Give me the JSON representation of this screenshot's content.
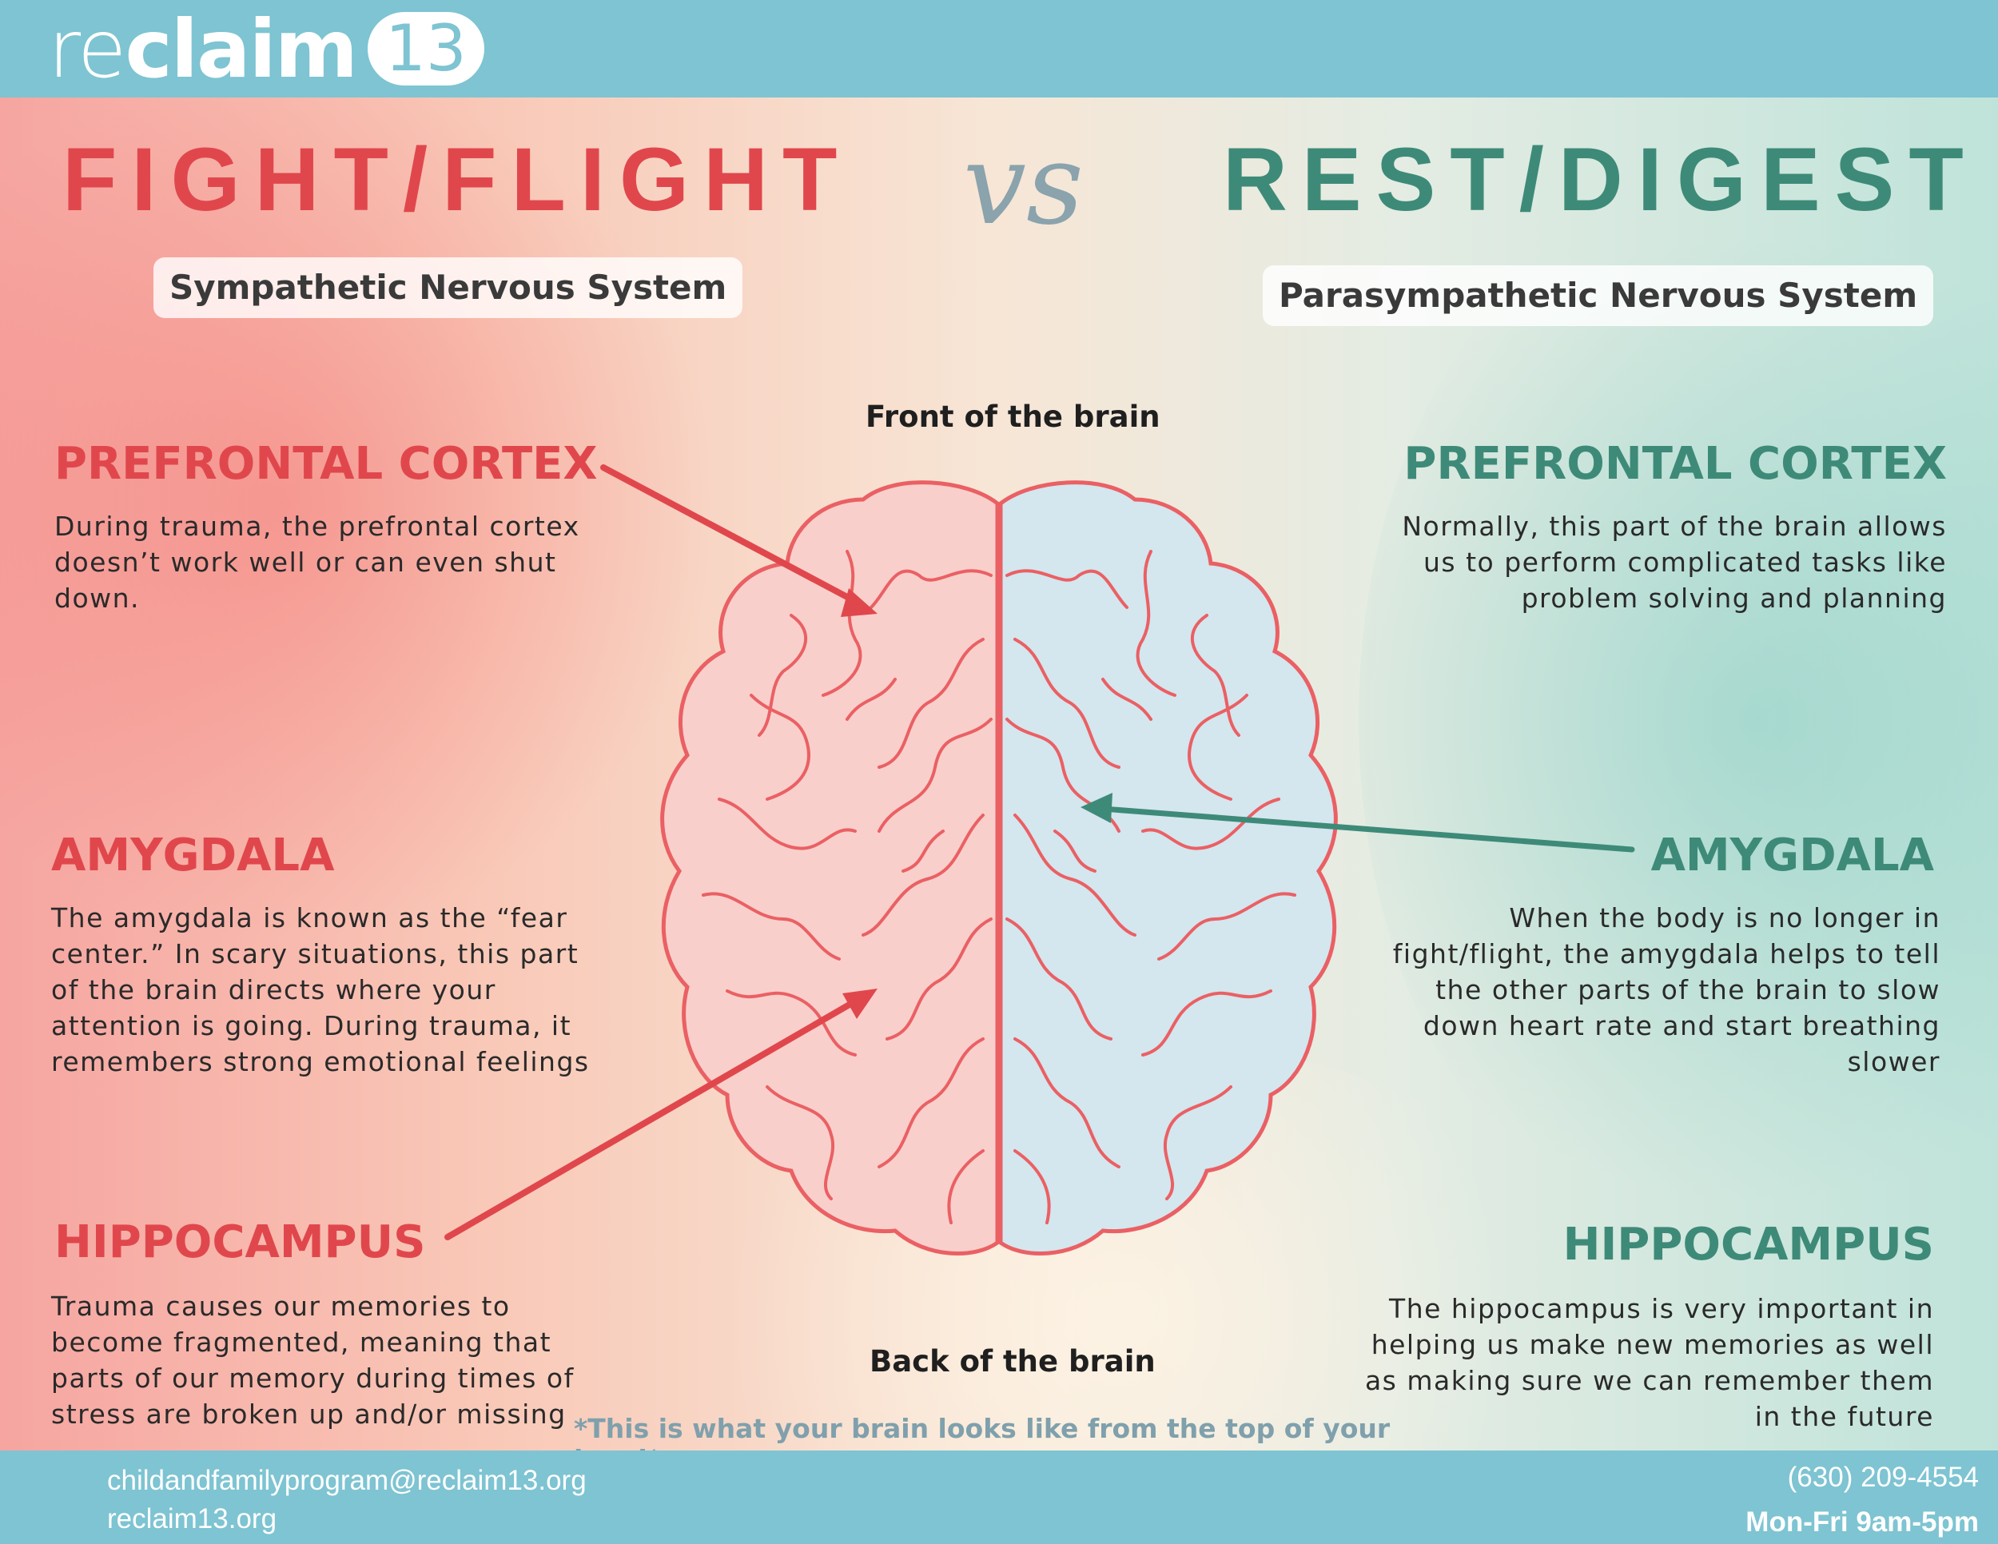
{
  "brand": {
    "logo_re": "re",
    "logo_claim": "claim",
    "logo_number": "13"
  },
  "left": {
    "title": "FIGHT/FLIGHT",
    "subtitle": "Sympathetic Nervous System",
    "sections": [
      {
        "heading": "PREFRONTAL CORTEX",
        "lines": [
          "During trauma, the prefrontal cortex",
          "doesn’t work well or can even shut",
          "down."
        ]
      },
      {
        "heading": "AMYGDALA",
        "lines": [
          "The amygdala is known as the “fear",
          "center.” In scary situations, this part",
          "of the brain directs where your",
          "attention is going. During trauma, it",
          "remembers strong emotional feelings"
        ]
      },
      {
        "heading": "HIPPOCAMPUS",
        "lines": [
          "Trauma causes our memories to",
          "become fragmented, meaning that",
          "parts of our memory during times of",
          "stress are broken up and/or missing"
        ]
      }
    ]
  },
  "vs": "vs",
  "right": {
    "title": "REST/DIGEST",
    "subtitle": "Parasympathetic Nervous System",
    "sections": [
      {
        "heading": "PREFRONTAL CORTEX",
        "lines": [
          "Normally, this part of the brain allows",
          "us to perform complicated tasks like",
          "problem solving and planning"
        ]
      },
      {
        "heading": "AMYGDALA",
        "lines": [
          "When the body is no longer in",
          "fight/flight, the amygdala helps to tell",
          "the other parts of the brain to slow",
          "down heart rate and start breathing",
          "slower"
        ]
      },
      {
        "heading": "HIPPOCAMPUS",
        "lines": [
          "The hippocampus is very important in",
          "helping us make new memories as well",
          "as making sure we can remember them",
          "in the future"
        ]
      }
    ]
  },
  "brain_labels": {
    "front": "Front of the brain",
    "back": "Back of the brain"
  },
  "note": "*This is what your brain looks like from the top of your head*",
  "footer": {
    "email": "childandfamilyprogram@reclaim13.org",
    "website": "reclaim13.org",
    "phone": "(630) 209-4554",
    "hours": "Mon-Fri 9am-5pm"
  },
  "colors": {
    "red": "#e0474c",
    "green": "#3e8a78",
    "bar": "#7ec4d2",
    "brain_left": "#f9cfcb",
    "brain_right": "#d4e6ee",
    "brain_outline": "#ea6064"
  },
  "icons": {
    "arrow_left": "red-arrow",
    "arrow_right": "green-arrow",
    "illustration": "brain-top-view"
  }
}
